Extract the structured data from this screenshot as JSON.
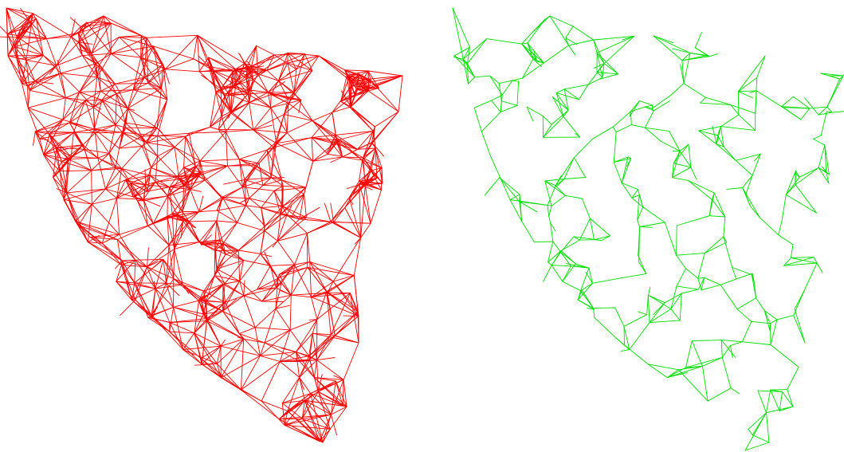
{
  "figure": {
    "background_color": "#ffffff",
    "panels": [
      {
        "id": "dense-network",
        "stroke_color": "#ff0000",
        "style": "dense mesh, every node linked to several neighbours"
      },
      {
        "id": "sparse-network",
        "stroke_color": "#00dd00",
        "style": "sparse mesh, nodes linked to a few neighbours"
      }
    ]
  }
}
